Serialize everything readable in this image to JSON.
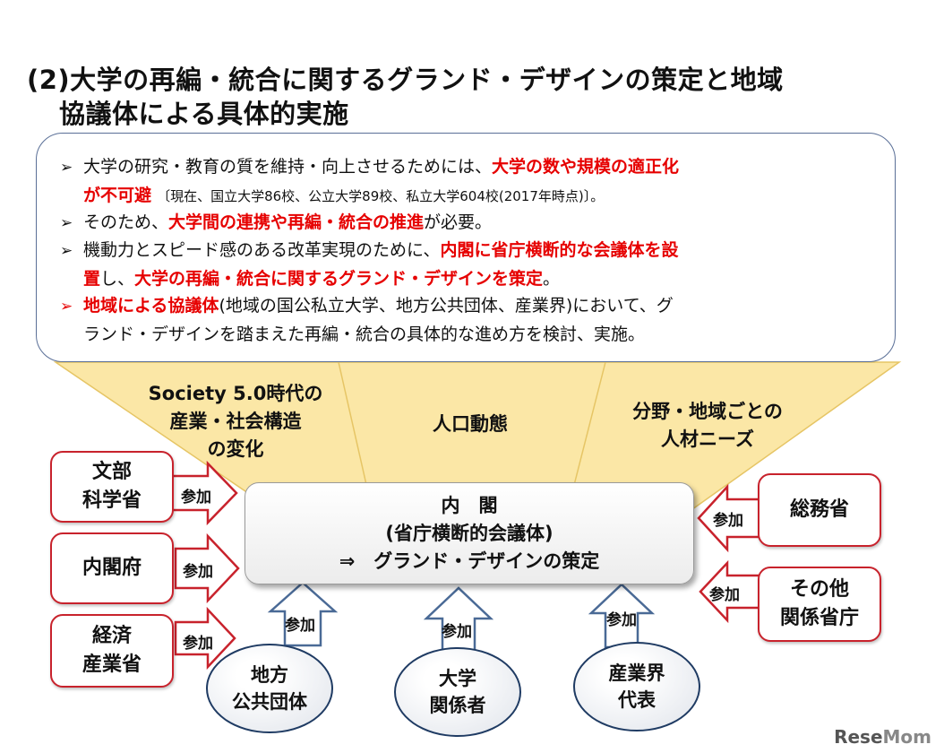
{
  "title": {
    "line1": "(2)大学の再編・統合に関するグランド・デザインの策定と地域",
    "line2": "協議体による具体的実施"
  },
  "bullets": [
    {
      "parts": [
        {
          "text": "大学の研究・教育の質を維持・向上させるためには、",
          "style": "normal"
        },
        {
          "text": "大学の数や規模の適正化",
          "style": "red"
        }
      ],
      "line2": [
        {
          "text": "が不可避",
          "style": "red"
        },
        {
          "text": "〔現在、国立大学86校、公立大学89校、私立大学604校(2017年時点)〕。",
          "style": "small"
        }
      ]
    },
    {
      "parts": [
        {
          "text": "そのため、",
          "style": "normal"
        },
        {
          "text": "大学間の連携や再編・統合の推進",
          "style": "red"
        },
        {
          "text": "が必要。",
          "style": "normal"
        }
      ]
    },
    {
      "parts": [
        {
          "text": "機動力とスピード感のある改革実現のために、",
          "style": "normal"
        },
        {
          "text": "内閣に省庁横断的な会議体を設",
          "style": "red"
        }
      ],
      "line2": [
        {
          "text": "置",
          "style": "red"
        },
        {
          "text": "し、",
          "style": "normal"
        },
        {
          "text": "大学の再編・統合に関するグランド・デザインを策定",
          "style": "red"
        },
        {
          "text": "。",
          "style": "normal"
        }
      ]
    },
    {
      "red_marker": true,
      "parts": [
        {
          "text": "地域による協議体",
          "style": "red"
        },
        {
          "text": "(地域の国公私立大学、地方公共団体、産業界)において、グ",
          "style": "normal"
        }
      ],
      "line2": [
        {
          "text": "ランド・デザインを踏まえた再編・統合の具体的な進め方を検討、実施。",
          "style": "normal"
        }
      ]
    }
  ],
  "marker": "➢",
  "funnel": {
    "society": [
      "Society 5.0時代の",
      "産業・社会構造",
      "の変化"
    ],
    "population": "人口動態",
    "talent": [
      "分野・地域ごとの",
      "人材ニーズ"
    ]
  },
  "cabinet": {
    "line1": "内　閣",
    "line2": "(省庁横断的会議体)",
    "line3": "⇒　グランド・デザインの策定"
  },
  "ministries_left": [
    {
      "lines": [
        "文部",
        "科学省"
      ]
    },
    {
      "lines": [
        "内閣府"
      ]
    },
    {
      "lines": [
        "経済",
        "産業省"
      ]
    }
  ],
  "ministries_right": [
    {
      "lines": [
        "総務省"
      ]
    },
    {
      "lines": [
        "その他",
        "関係省庁"
      ]
    }
  ],
  "stakeholders": [
    {
      "lines": [
        "地方",
        "公共団体"
      ]
    },
    {
      "lines": [
        "大学",
        "関係者"
      ]
    },
    {
      "lines": [
        "産業界",
        "代表"
      ]
    }
  ],
  "participate_label": "参加",
  "logo": {
    "text_a": "Rese",
    "text_b": "Mom"
  },
  "colors": {
    "accent_red": "#e60000",
    "ministry_border": "#c8222c",
    "funnel_fill": "#fbe7a6",
    "ellipse_border": "#1f3b63",
    "arrow_blue": "#4a6a96"
  }
}
